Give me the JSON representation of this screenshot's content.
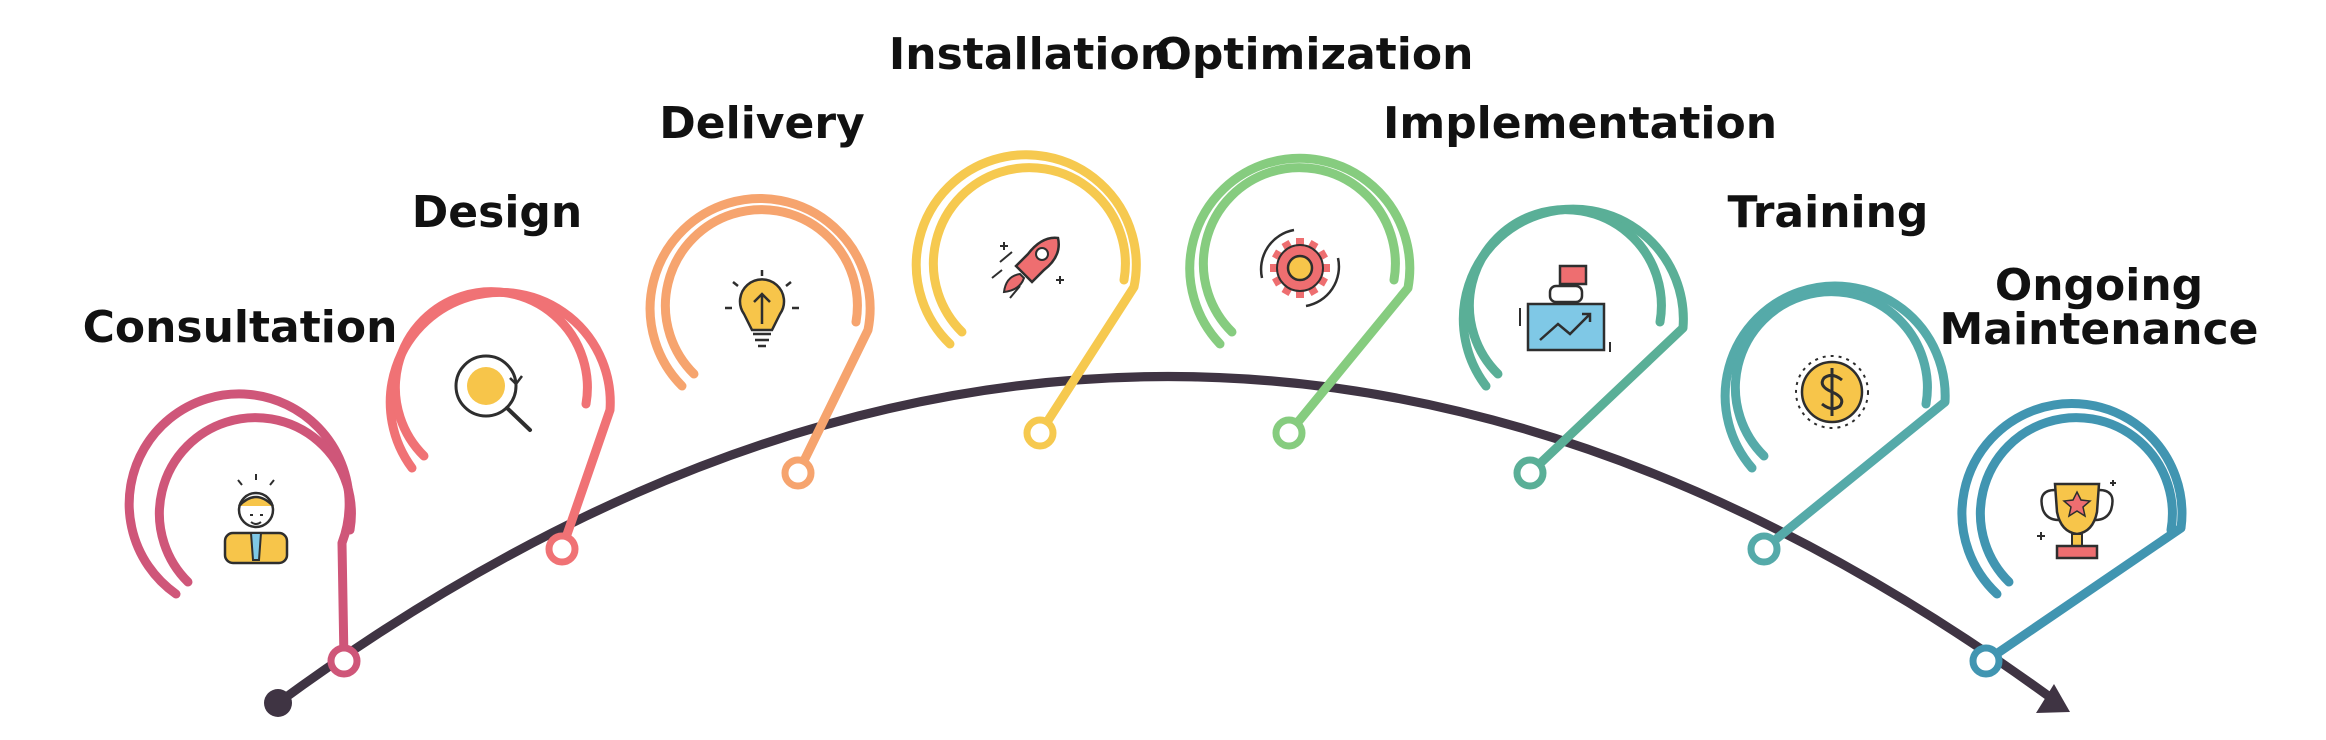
{
  "steps": [
    {
      "label": [
        "Consultation"
      ],
      "color": "#cf5679",
      "icon": "consultant-person-icon"
    },
    {
      "label": [
        "Design"
      ],
      "color": "#f07275",
      "icon": "magnifier-search-icon"
    },
    {
      "label": [
        "Delivery"
      ],
      "color": "#f6a46e",
      "icon": "lightbulb-upload-icon"
    },
    {
      "label": [
        "Installation"
      ],
      "color": "#f6c94f",
      "icon": "rocket-launch-icon"
    },
    {
      "label": [
        "Optimization"
      ],
      "color": "#86cc7f",
      "icon": "gear-cycle-icon"
    },
    {
      "label": [
        "Implementation"
      ],
      "color": "#5aaf97",
      "icon": "growth-board-icon"
    },
    {
      "label": [
        "Training"
      ],
      "color": "#55aaa9",
      "icon": "dollar-coin-icon"
    },
    {
      "label": [
        "Ongoing",
        "Maintenance"
      ],
      "color": "#4195b1",
      "icon": "trophy-icon"
    }
  ],
  "timeline_color": "#3f3443",
  "icon_colors": {
    "yellow": "#f7c54a",
    "red": "#ee6e70",
    "blue": "#7fc8e6",
    "dark": "#2e2e2e"
  }
}
